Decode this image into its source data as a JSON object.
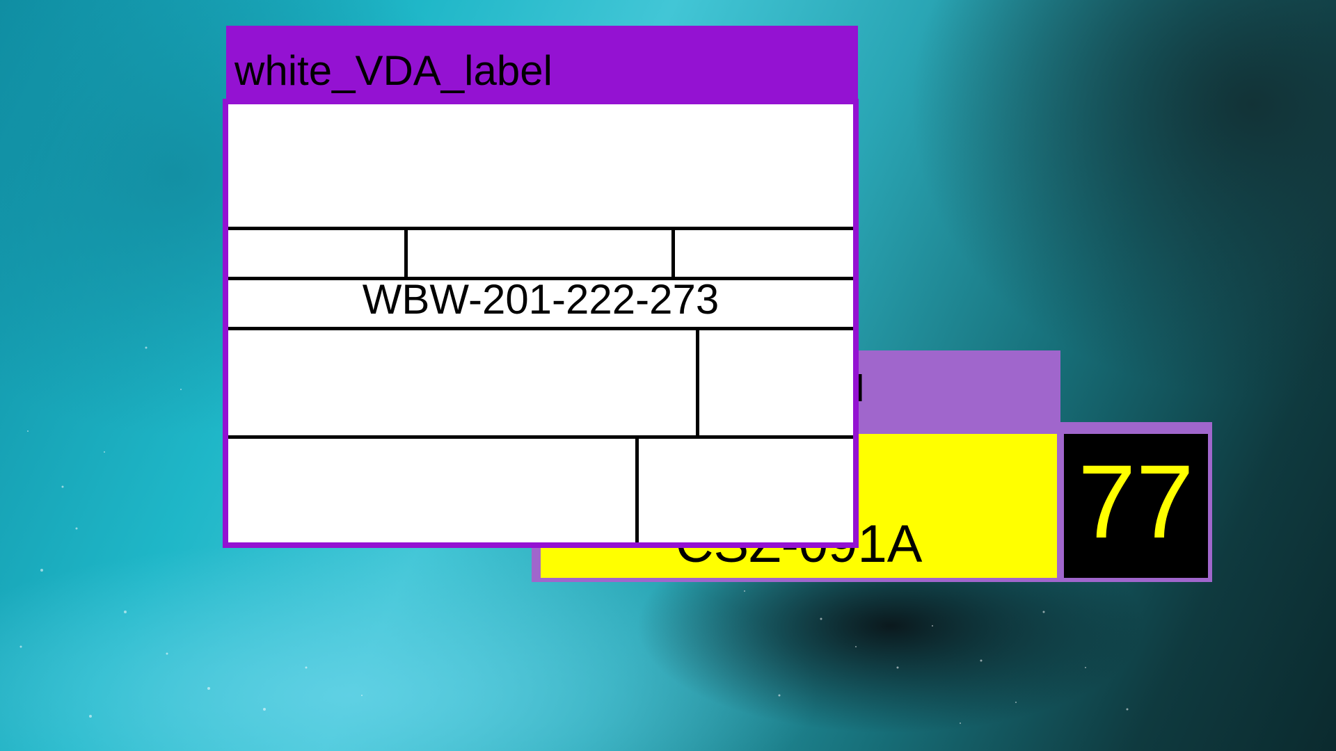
{
  "back_window": {
    "title": "bel",
    "code": "CSZ-091A",
    "number": "77",
    "colors": {
      "frame": "#a066cc",
      "field": "#ffff00",
      "number_bg": "#000000",
      "number_text": "#ffff00"
    }
  },
  "front_window": {
    "title": "white_VDA_label",
    "code": "WBW-201-222-273",
    "colors": {
      "frame": "#9412d2",
      "field": "#ffffff",
      "lines": "#000000"
    }
  }
}
